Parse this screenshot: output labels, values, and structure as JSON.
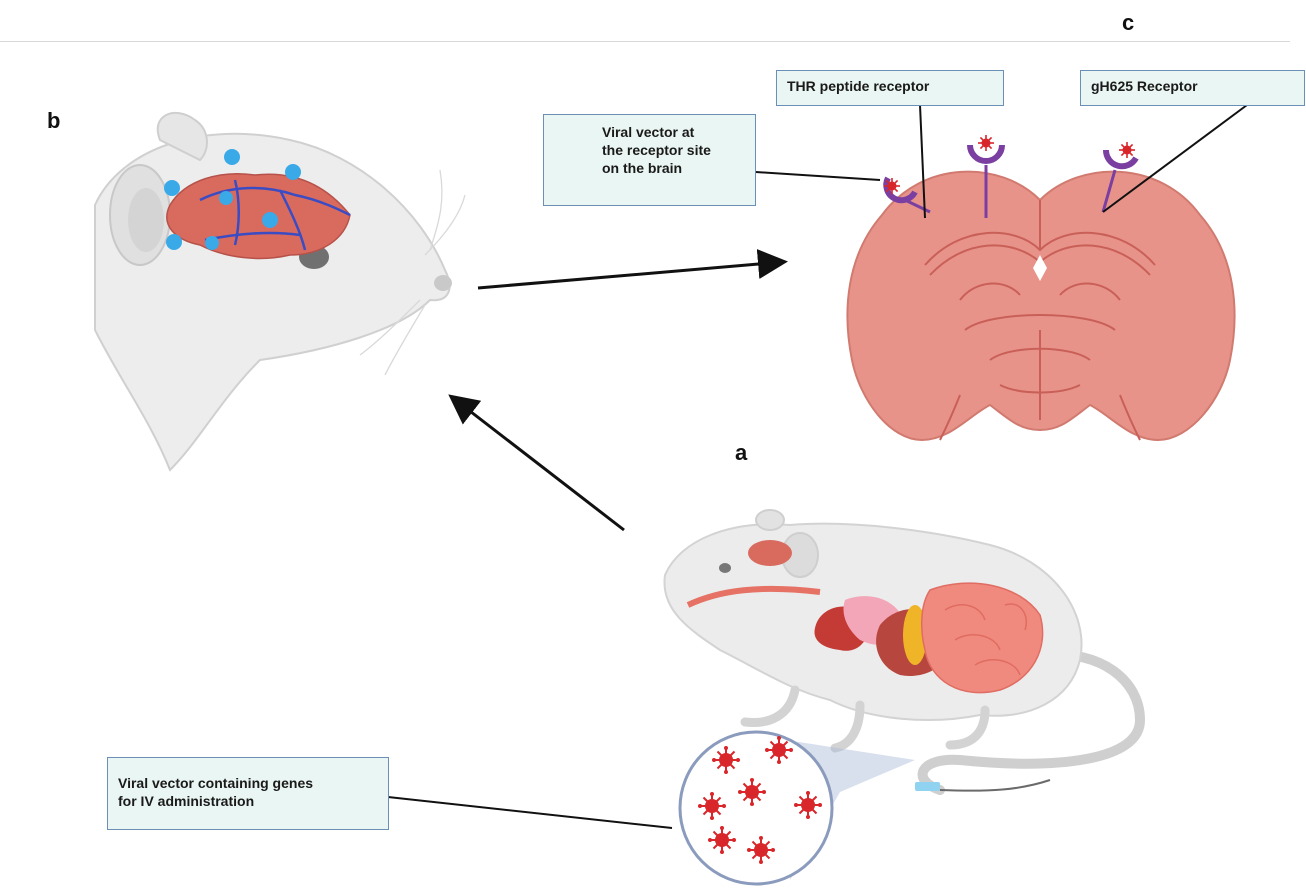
{
  "panels": {
    "a": "a",
    "b": "b",
    "c": "c"
  },
  "labels": {
    "thr_receptor": "THR peptide receptor",
    "gh625_receptor": "gH625 Receptor",
    "viral_vector_site": [
      "Viral vector at",
      "the receptor site",
      "on the brain"
    ],
    "viral_vector_iv": [
      "Viral vector containing genes",
      "for IV administration"
    ]
  },
  "colors": {
    "brain": "#e8938a",
    "brain_line": "#c96058",
    "receptor": "#7a3fa0",
    "virus": "#d8262a",
    "blue_dot": "#3aa9e8",
    "box_fill": "#eaf6f3",
    "box_border": "#6b8fb5"
  }
}
